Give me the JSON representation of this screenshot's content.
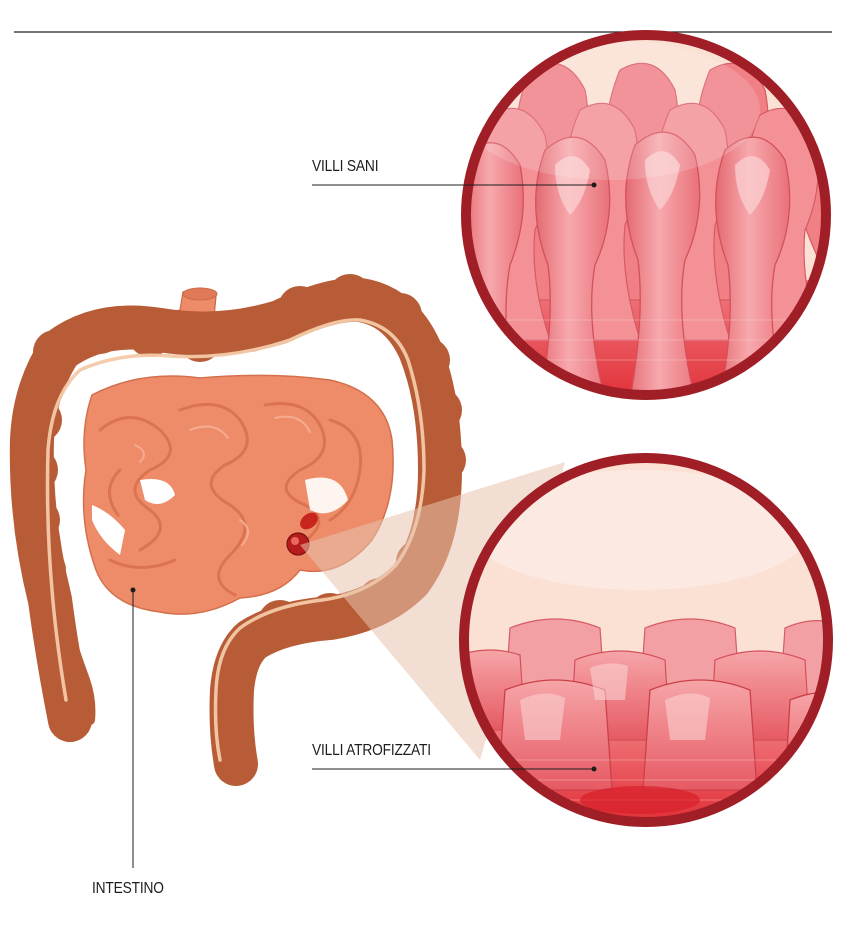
{
  "labels": {
    "healthy_villi": "VILLI SANI",
    "atrophied_villi": "VILLI ATROFIZZATI",
    "intestine": "INTESTINO"
  },
  "colors": {
    "colon": "#b85c37",
    "colon_highlight": "#f3c9a8",
    "small_intestine": "#ee8c6a",
    "villi_fill": "#f28d93",
    "villi_light": "#f8b9bb",
    "villi_base": "#e3313a",
    "circle_ring": "#a01e25",
    "circle_background": "#fbe0d4",
    "lens_tint": "#e8c3ad",
    "leader_line": "#1d1d1b"
  }
}
